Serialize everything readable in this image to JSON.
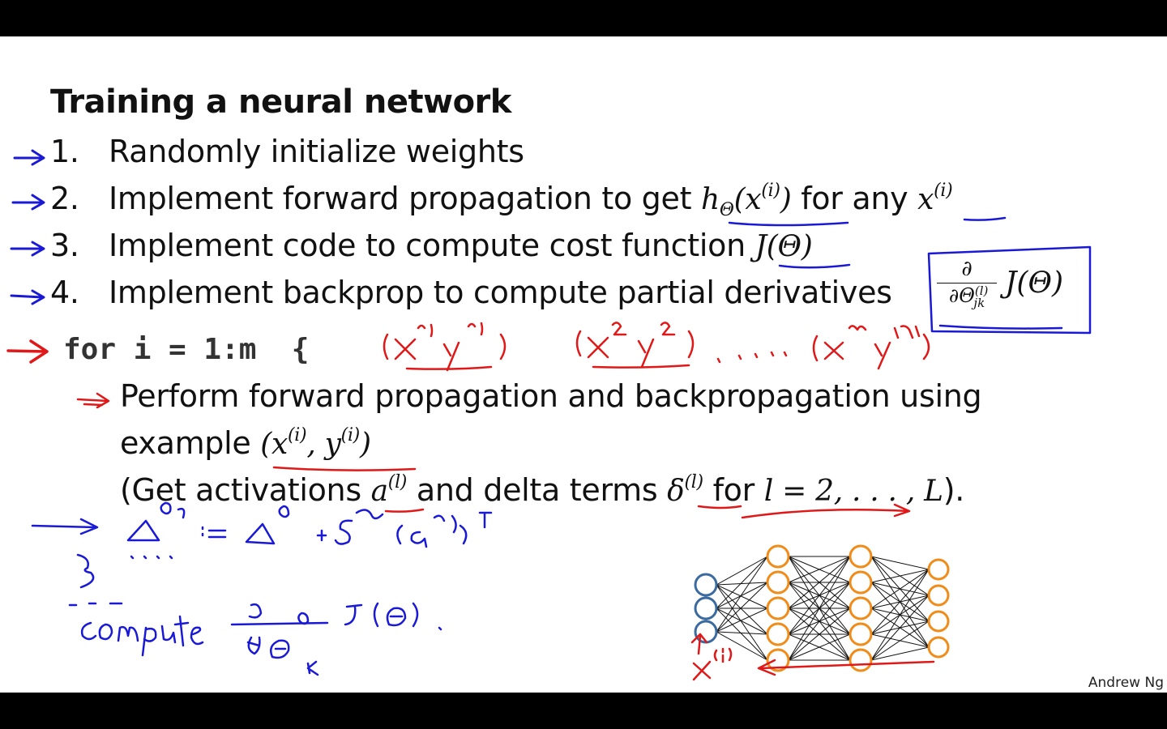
{
  "slide": {
    "title": "Training a neural network",
    "steps": [
      {
        "num": "1.",
        "text": "Randomly initialize weights"
      },
      {
        "num": "2.",
        "text": "Implement forward propagation to get",
        "math": "hΘ(x(i))",
        "tail": "for any",
        "math2": "x(i)"
      },
      {
        "num": "3.",
        "text": "Implement code to compute cost function",
        "math": "J(Θ)"
      },
      {
        "num": "4.",
        "text": "Implement backprop to compute partial derivatives"
      }
    ],
    "deriv": {
      "numerator": "∂",
      "denominator": "∂Θ",
      "sup": "(l)",
      "sub": "jk",
      "func": "J(Θ)"
    },
    "loop": "for i = 1:m  {",
    "body": {
      "line1": "Perform forward propagation and backpropagation using",
      "line2_text": "example",
      "line2_math": "(x(i), y(i))",
      "line3_pre": "(Get activations",
      "line3_a": "a(l)",
      "line3_mid": "and delta terms",
      "line3_delta": "δ(l)",
      "line3_for": "for",
      "line3_range": "l = 2, . . . , L",
      "line3_end": ")."
    },
    "credit": "Andrew Ng"
  },
  "network": {
    "layers": [
      3,
      5,
      5,
      4
    ],
    "input_color": "#3b6aa0",
    "hidden_color": "#f08c1a"
  },
  "colors": {
    "pen_blue": "#1a1ad6",
    "pen_red": "#e01818"
  }
}
